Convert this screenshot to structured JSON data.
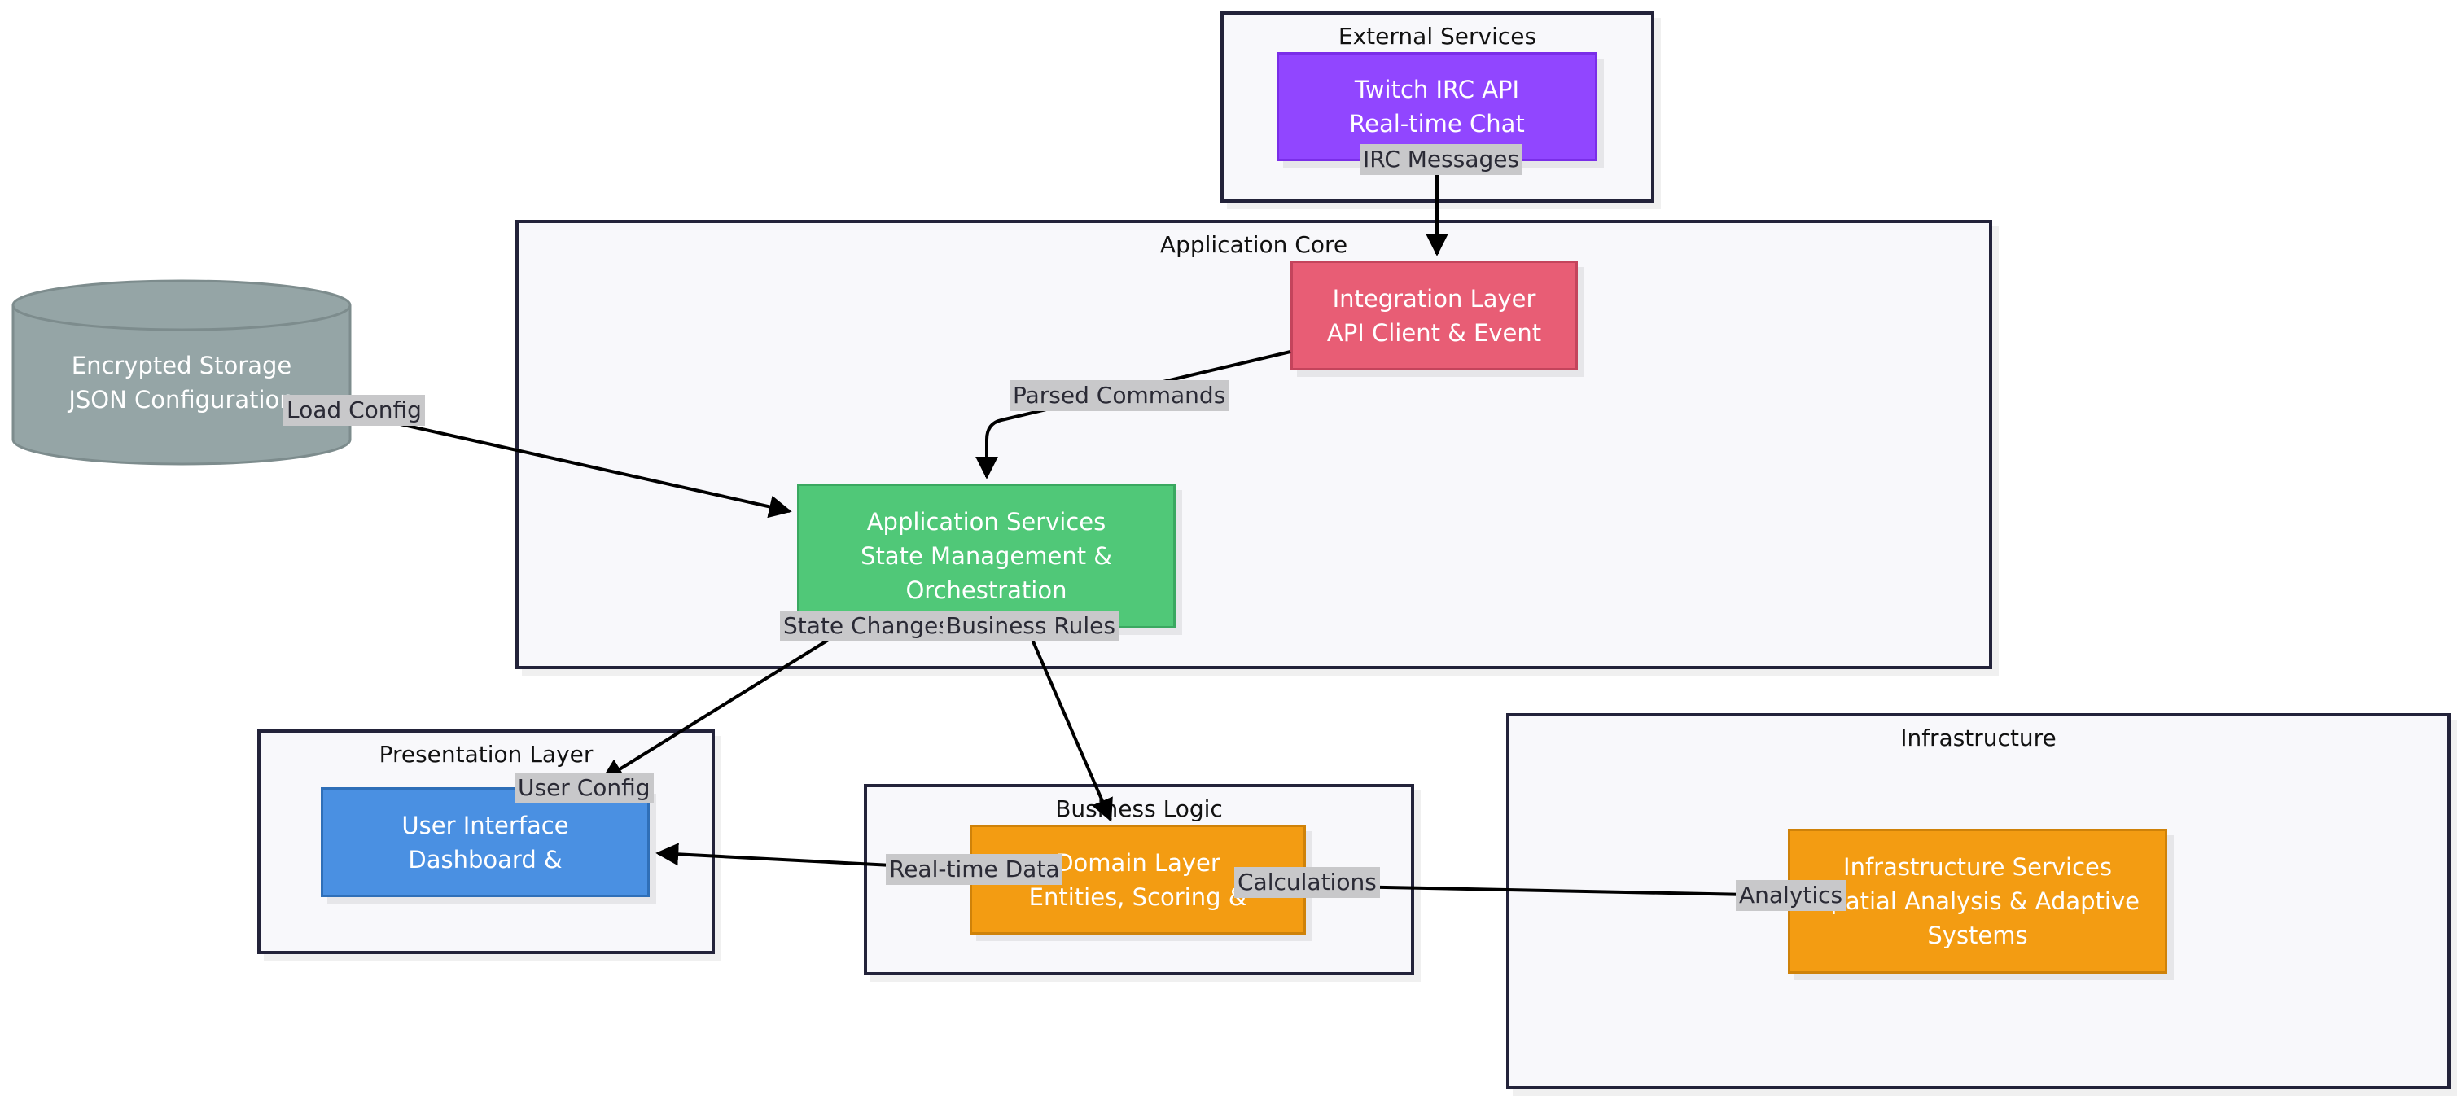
{
  "colors": {
    "twitch": "#9146ff",
    "integration": "#e85d75",
    "app_services": "#50c878",
    "ui": "#4a90e2",
    "domain": "#f39c12",
    "infra": "#f39c12",
    "storage": "#95a5a6",
    "subgraph_bg": "#f8f8fb",
    "subgraph_border": "#23233a",
    "edge_label_bg": "#c8c8ca"
  },
  "subgraphs": {
    "external": "External Services",
    "core": "Application Core",
    "presentation": "Presentation Layer",
    "business": "Business Logic",
    "infrastructure": "Infrastructure"
  },
  "nodes": {
    "twitch": [
      "Twitch IRC API",
      "Real-time Chat"
    ],
    "integration": [
      "Integration Layer",
      "API Client & Event"
    ],
    "app_services": [
      "Application Services",
      "State Management &",
      "Orchestration"
    ],
    "storage": [
      "Encrypted Storage",
      "JSON Configuration"
    ],
    "ui": [
      "User Interface",
      "Dashboard &"
    ],
    "domain": [
      "Domain Layer",
      "Entities, Scoring &"
    ],
    "infra": [
      "Infrastructure Services",
      "Spatial Analysis & Adaptive",
      "Systems"
    ]
  },
  "edges": {
    "irc_messages": "IRC Messages",
    "parsed_commands": "Parsed Commands",
    "load_config": "Load Config",
    "state_changes": "State Changes",
    "business_rules": "Business Rules",
    "user_config": "User Config",
    "realtime_data": "Real-time Data",
    "calculations": "Calculations",
    "analytics": "Analytics"
  }
}
